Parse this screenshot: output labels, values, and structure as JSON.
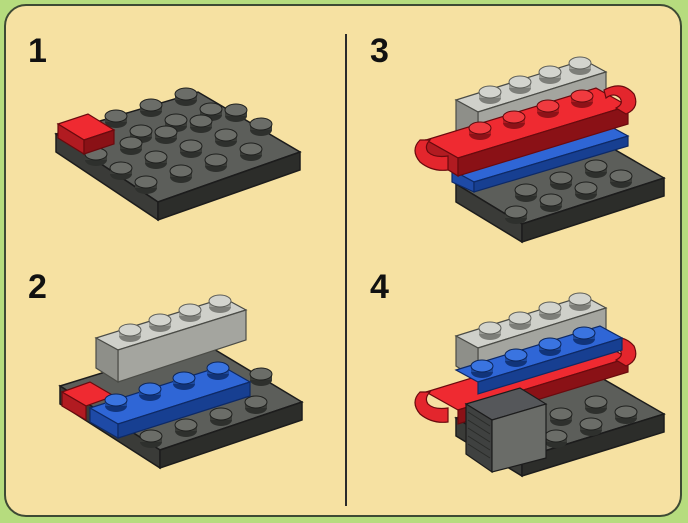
{
  "steps": [
    {
      "number": "1"
    },
    {
      "number": "2"
    },
    {
      "number": "3"
    },
    {
      "number": "4"
    }
  ],
  "colors": {
    "background": "#b6dc7e",
    "panel": "#f6e1a2",
    "dark_gray_brick": "#5a5c58",
    "light_gray_brick": "#b7b8b2",
    "red_brick": "#e2242b",
    "blue_brick": "#2a63d2"
  }
}
